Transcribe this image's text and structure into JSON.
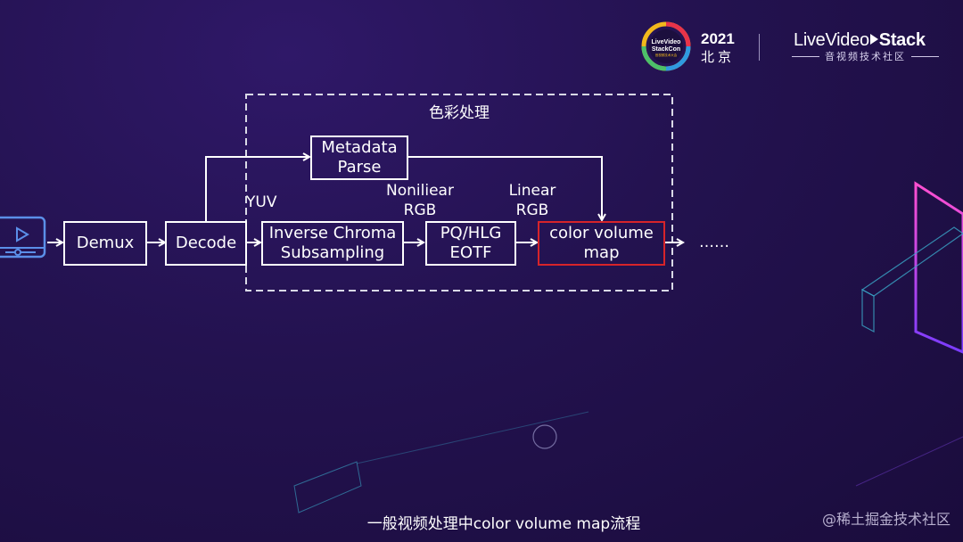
{
  "header": {
    "logo_text": "LiveVideo StackCon 音视频技术大会",
    "year": "2021",
    "city": "北京",
    "brand_prefix": "LiveVideo",
    "brand_bold": "Stack",
    "brand_sub": "音视频技术社区"
  },
  "diagram": {
    "group_title": "色彩处理",
    "nodes": {
      "demux": "Demux",
      "decode": "Decode",
      "metadata_line1": "Metadata",
      "metadata_line2": "Parse",
      "inverse_line1": "Inverse Chroma",
      "inverse_line2": "Subsampling",
      "eotf_line1": "PQ/HLG",
      "eotf_line2": "EOTF",
      "cvm_line1": "color volume",
      "cvm_line2": "map"
    },
    "labels": {
      "yuv": "YUV",
      "nonlinear_line1": "Noniliear",
      "nonlinear_line2": "RGB",
      "linear_line1": "Linear",
      "linear_line2": "RGB",
      "ellipsis": "……"
    }
  },
  "caption": "一般视频处理中color volume map流程",
  "watermark": "@稀土掘金技术社区",
  "colors": {
    "highlight_border": "#d7242a",
    "background": "#23124f"
  }
}
